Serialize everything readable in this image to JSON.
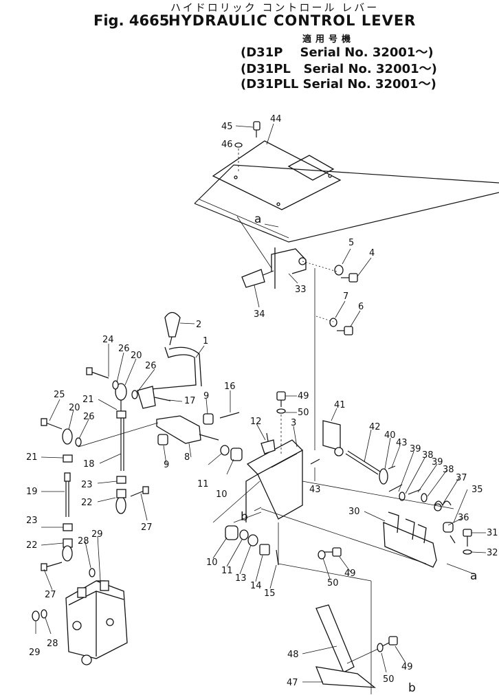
{
  "header": {
    "jp_title": "ハイドロリック コントロール レバー",
    "fig_label": "Fig. 4665",
    "title": "HYDRAULIC CONTROL  LEVER",
    "jp_applicable": "適用号機",
    "serials": [
      "(D31P    Serial No. 32001～)",
      "(D31PL   Serial No. 32001～)",
      "(D31PLL Serial No. 32001～)"
    ]
  },
  "callouts": [
    "45",
    "44",
    "46",
    "a",
    "5",
    "4",
    "33",
    "34",
    "7",
    "6",
    "2",
    "1",
    "24",
    "26",
    "20",
    "26",
    "25",
    "17",
    "16",
    "21",
    "20",
    "26",
    "9",
    "49",
    "50",
    "41",
    "12",
    "3",
    "42",
    "40",
    "43",
    "39",
    "38",
    "39",
    "18",
    "9",
    "43",
    "38",
    "37",
    "21",
    "8",
    "11",
    "35",
    "10",
    "23",
    "22",
    "27",
    "19",
    "23",
    "30",
    "36",
    "31",
    "b",
    "32",
    "22",
    "28",
    "29",
    "27",
    "10",
    "11",
    "13",
    "50",
    "49",
    "14",
    "15",
    "a",
    "29",
    "28",
    "48",
    "50",
    "49",
    "47",
    "b"
  ]
}
